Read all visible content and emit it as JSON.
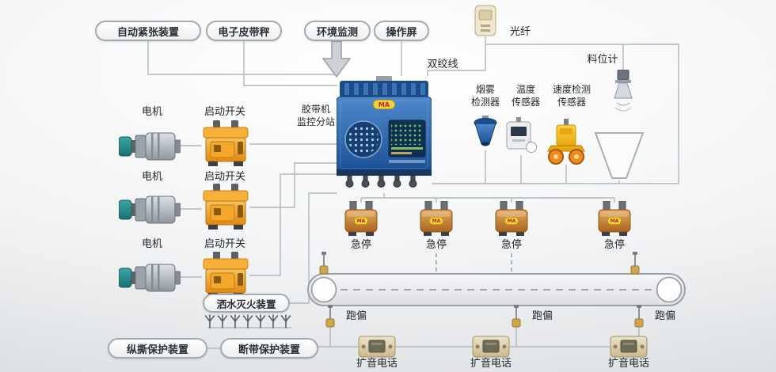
{
  "top_pills": {
    "auto_tension": "自动紧张装置",
    "belt_scale": "电子皮带秤",
    "env_monitor": "环境监测",
    "op_screen": "操作屏"
  },
  "net_labels": {
    "optical_fiber": "光纤",
    "twisted_pair": "双绞线"
  },
  "station": {
    "name": "胶带机\n监控分站",
    "badge": "MA"
  },
  "sensors": {
    "smoke": "烟雾\n检测器",
    "temperature": "温度\n传感器",
    "speed": "速度检测\n传感器",
    "level_gauge": "料位计"
  },
  "motor_rows": [
    {
      "motor": "电机",
      "switch": "启动开关"
    },
    {
      "motor": "电机",
      "switch": "启动开关"
    },
    {
      "motor": "电机",
      "switch": "启动开关"
    }
  ],
  "estops": [
    {
      "label": "急停",
      "badge": "MA"
    },
    {
      "label": "急停",
      "badge": "MA"
    },
    {
      "label": "急停",
      "badge": "MA"
    },
    {
      "label": "急停",
      "badge": "MA"
    }
  ],
  "deviations": [
    {
      "label": "跑偏"
    },
    {
      "label": "跑偏"
    },
    {
      "label": "跑偏"
    }
  ],
  "phones": [
    {
      "label": "扩音电话"
    },
    {
      "label": "扩音电话"
    },
    {
      "label": "扩音电话"
    }
  ],
  "bottom_pills": {
    "water_spray": "洒水灭火装置",
    "tear_protect": "纵撕保护装置",
    "break_protect": "断带保护装置"
  },
  "colors": {
    "wire": "#b3b8bd",
    "station_blue": "#2f6fb5",
    "switch_orange": "#f2a22c",
    "estop_bronze": "#c9843c",
    "motor_teal": "#2a8f8f",
    "badge_yellow": "#f5d33e"
  }
}
